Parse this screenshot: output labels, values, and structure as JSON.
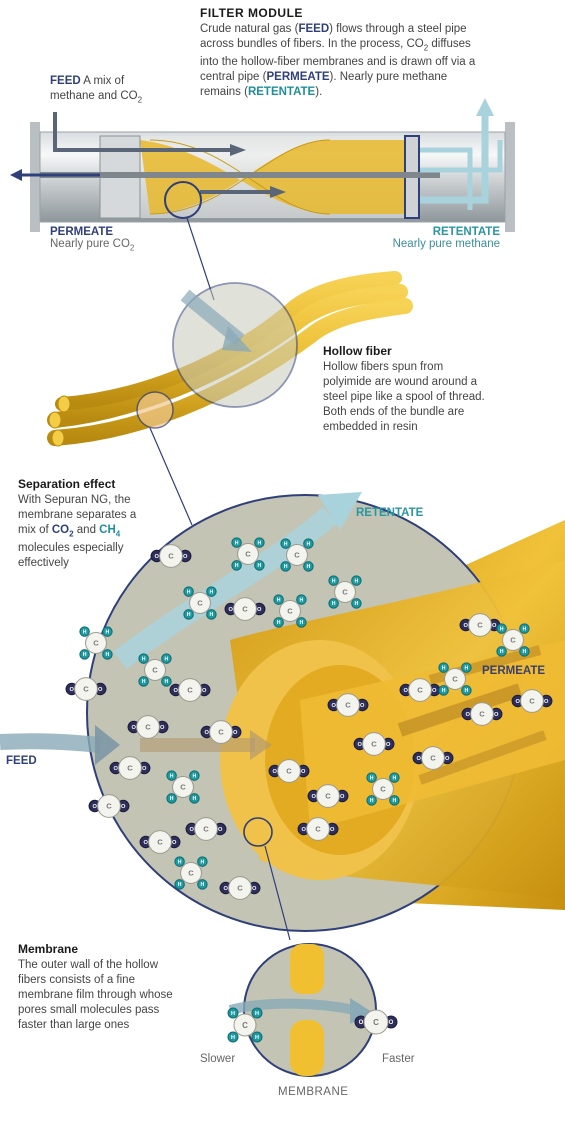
{
  "filter_module": {
    "title": "FILTER MODULE",
    "desc_1": "Crude natural gas (",
    "desc_feed": "FEED",
    "desc_2": ") flows through a steel pipe across bundles of fibers. In the process, CO",
    "desc_sub2": "2",
    "desc_3": " diffuses into the hollow-fiber membranes and is drawn off via a central pipe (",
    "desc_perm": "PERMEATE",
    "desc_4": "). Nearly pure methane remains (",
    "desc_ret": "RETENTATE",
    "desc_5": ")."
  },
  "feed_label": {
    "title": "FEED",
    "text": "A mix of methane and CO",
    "sub": "2"
  },
  "permeate_label": {
    "title": "PERMEATE",
    "text": "Nearly pure CO",
    "sub": "2"
  },
  "retentate_label": {
    "title": "RETENTATE",
    "text": "Nearly pure methane"
  },
  "hollow_fiber": {
    "title": "Hollow fiber",
    "text": "Hollow fibers spun from polyimide are wound around a steel pipe like a spool of thread. Both ends of the bundle are embedded in resin"
  },
  "separation": {
    "title": "Separation effect",
    "text_1": "With Sepuran NG, the membrane separates a mix of ",
    "co2": "CO",
    "co2_sub": "2",
    "and": " and ",
    "ch4": "CH",
    "ch4_sub": "4",
    "text_2": " molecules especially effectively"
  },
  "big_labels": {
    "retentate": "RETENTATE",
    "permeate": "PERMEATE",
    "feed": "FEED"
  },
  "membrane": {
    "title": "Membrane",
    "text": "The outer wall of the hollow fibers consists of a fine membrane film through whose pores small molecules pass faster than large ones",
    "slower": "Slower",
    "faster": "Faster",
    "caption": "MEMBRANE"
  },
  "atoms": {
    "carbon": "C",
    "oxygen": "O",
    "hydrogen": "H"
  },
  "colors": {
    "teal": "#2a96a2",
    "navy": "#2f3f7a",
    "fiber": "#e8b82a",
    "gray_disk": "#c3c4b4",
    "arrow_light": "#a9d3dc"
  }
}
